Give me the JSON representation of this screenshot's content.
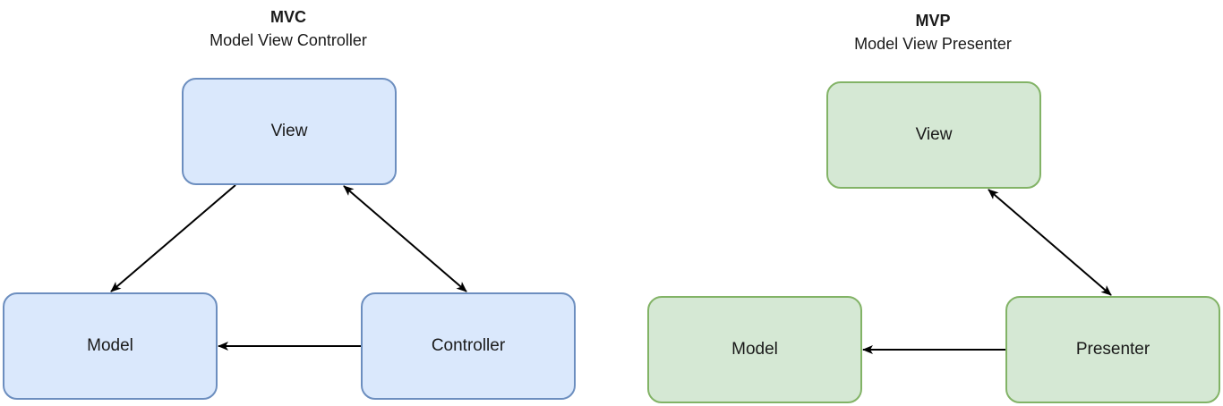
{
  "mvc": {
    "title": "MVC",
    "subtitle": "Model View Controller",
    "view_label": "View",
    "model_label": "Model",
    "controller_label": "Controller",
    "fill_color": "#dae8fc",
    "stroke_color": "#6c8ebf"
  },
  "mvp": {
    "title": "MVP",
    "subtitle": "Model View Presenter",
    "view_label": "View",
    "model_label": "Model",
    "presenter_label": "Presenter",
    "fill_color": "#d5e8d4",
    "stroke_color": "#82b366"
  },
  "connections": [
    {
      "from": "mvc-view",
      "to": "mvc-model",
      "direction": "one-way"
    },
    {
      "from": "mvc-view",
      "to": "mvc-controller",
      "direction": "two-way"
    },
    {
      "from": "mvc-controller",
      "to": "mvc-model",
      "direction": "one-way"
    },
    {
      "from": "mvp-view",
      "to": "mvp-presenter",
      "direction": "two-way"
    },
    {
      "from": "mvp-presenter",
      "to": "mvp-model",
      "direction": "one-way"
    }
  ]
}
